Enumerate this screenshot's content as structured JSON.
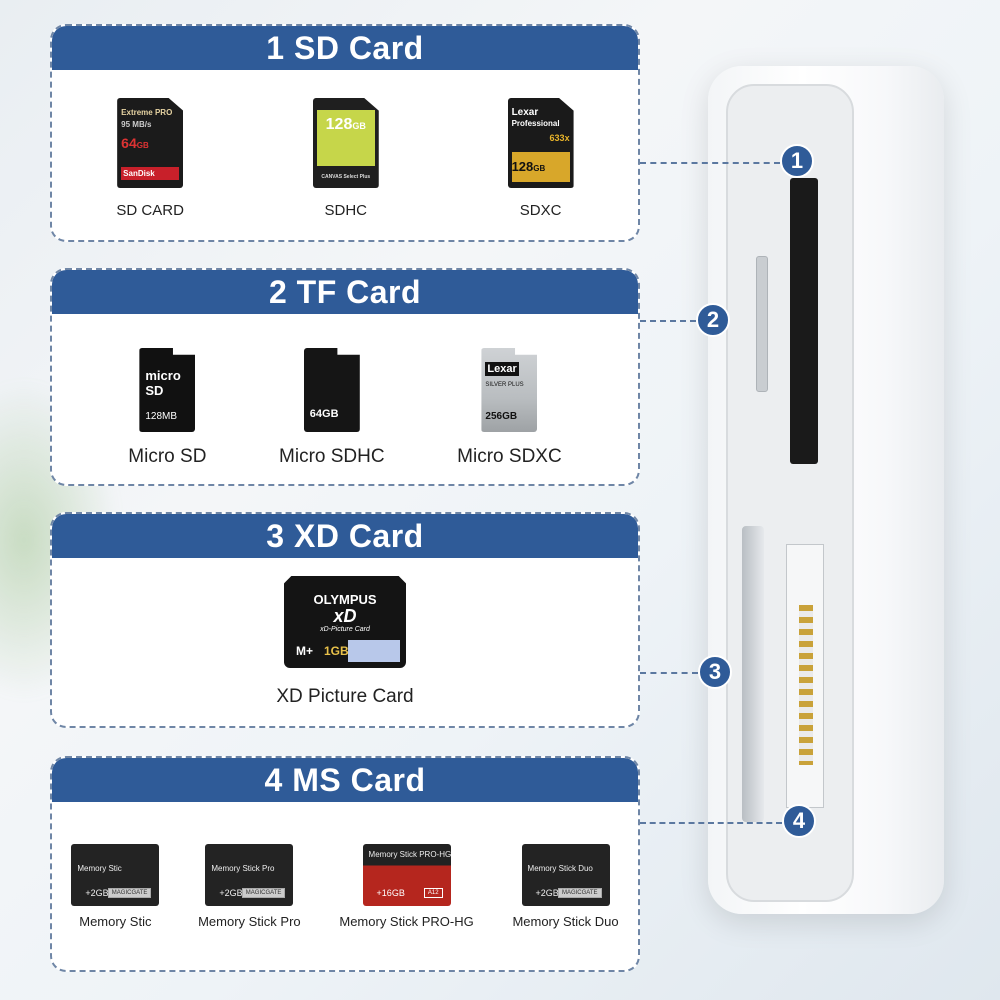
{
  "sections": [
    {
      "title": "1 SD Card",
      "items": [
        {
          "label": "SD CARD",
          "card": {
            "brand": "SanDisk",
            "line": "Extreme PRO",
            "capacity": "64",
            "unit": "GB",
            "speed": "95 MB/s"
          }
        },
        {
          "label": "SDHC",
          "card": {
            "capacity": "128",
            "unit": "GB",
            "line": "CANVAS Select Plus"
          }
        },
        {
          "label": "SDXC",
          "card": {
            "brand": "Lexar",
            "line": "Professional",
            "speed_x": "633x",
            "capacity": "128",
            "unit": "GB"
          }
        }
      ]
    },
    {
      "title": "2 TF Card",
      "items": [
        {
          "label": "Micro SD",
          "card": {
            "text": "micro SD",
            "capacity": "128MB"
          }
        },
        {
          "label": "Micro SDHC",
          "card": {
            "capacity": "64GB"
          }
        },
        {
          "label": "Micro SDXC",
          "card": {
            "brand": "Lexar",
            "line": "SILVER PLUS",
            "capacity": "256GB"
          }
        }
      ]
    },
    {
      "title": "3 XD Card",
      "items": [
        {
          "label": "XD Picture Card",
          "card": {
            "brand": "OLYMPUS",
            "logo": "xD",
            "line": "xD-Picture Card",
            "type": "M+",
            "capacity": "1GB"
          }
        }
      ]
    },
    {
      "title": "4 MS Card",
      "items": [
        {
          "label": "Memory Stic",
          "card": {
            "name": "Memory Stic",
            "capacity": "+2GB",
            "tag": "MAGICGATE"
          }
        },
        {
          "label": "Memory Stick Pro",
          "card": {
            "name": "Memory Stick Pro",
            "capacity": "+2GB",
            "tag": "MAGICGATE"
          }
        },
        {
          "label": "Memory Stick PRO-HG",
          "card": {
            "name": "Memory Stick PRO-HG",
            "capacity": "+16GB",
            "tag": "A12"
          }
        },
        {
          "label": "Memory Stick Duo",
          "card": {
            "name": "Memory Stick Duo",
            "capacity": "+2GB",
            "tag": "MAGICGATE"
          }
        }
      ]
    }
  ],
  "callouts": [
    "1",
    "2",
    "3",
    "4"
  ],
  "colors": {
    "accent": "#2f5b98",
    "dashed": "#6f86a6"
  }
}
